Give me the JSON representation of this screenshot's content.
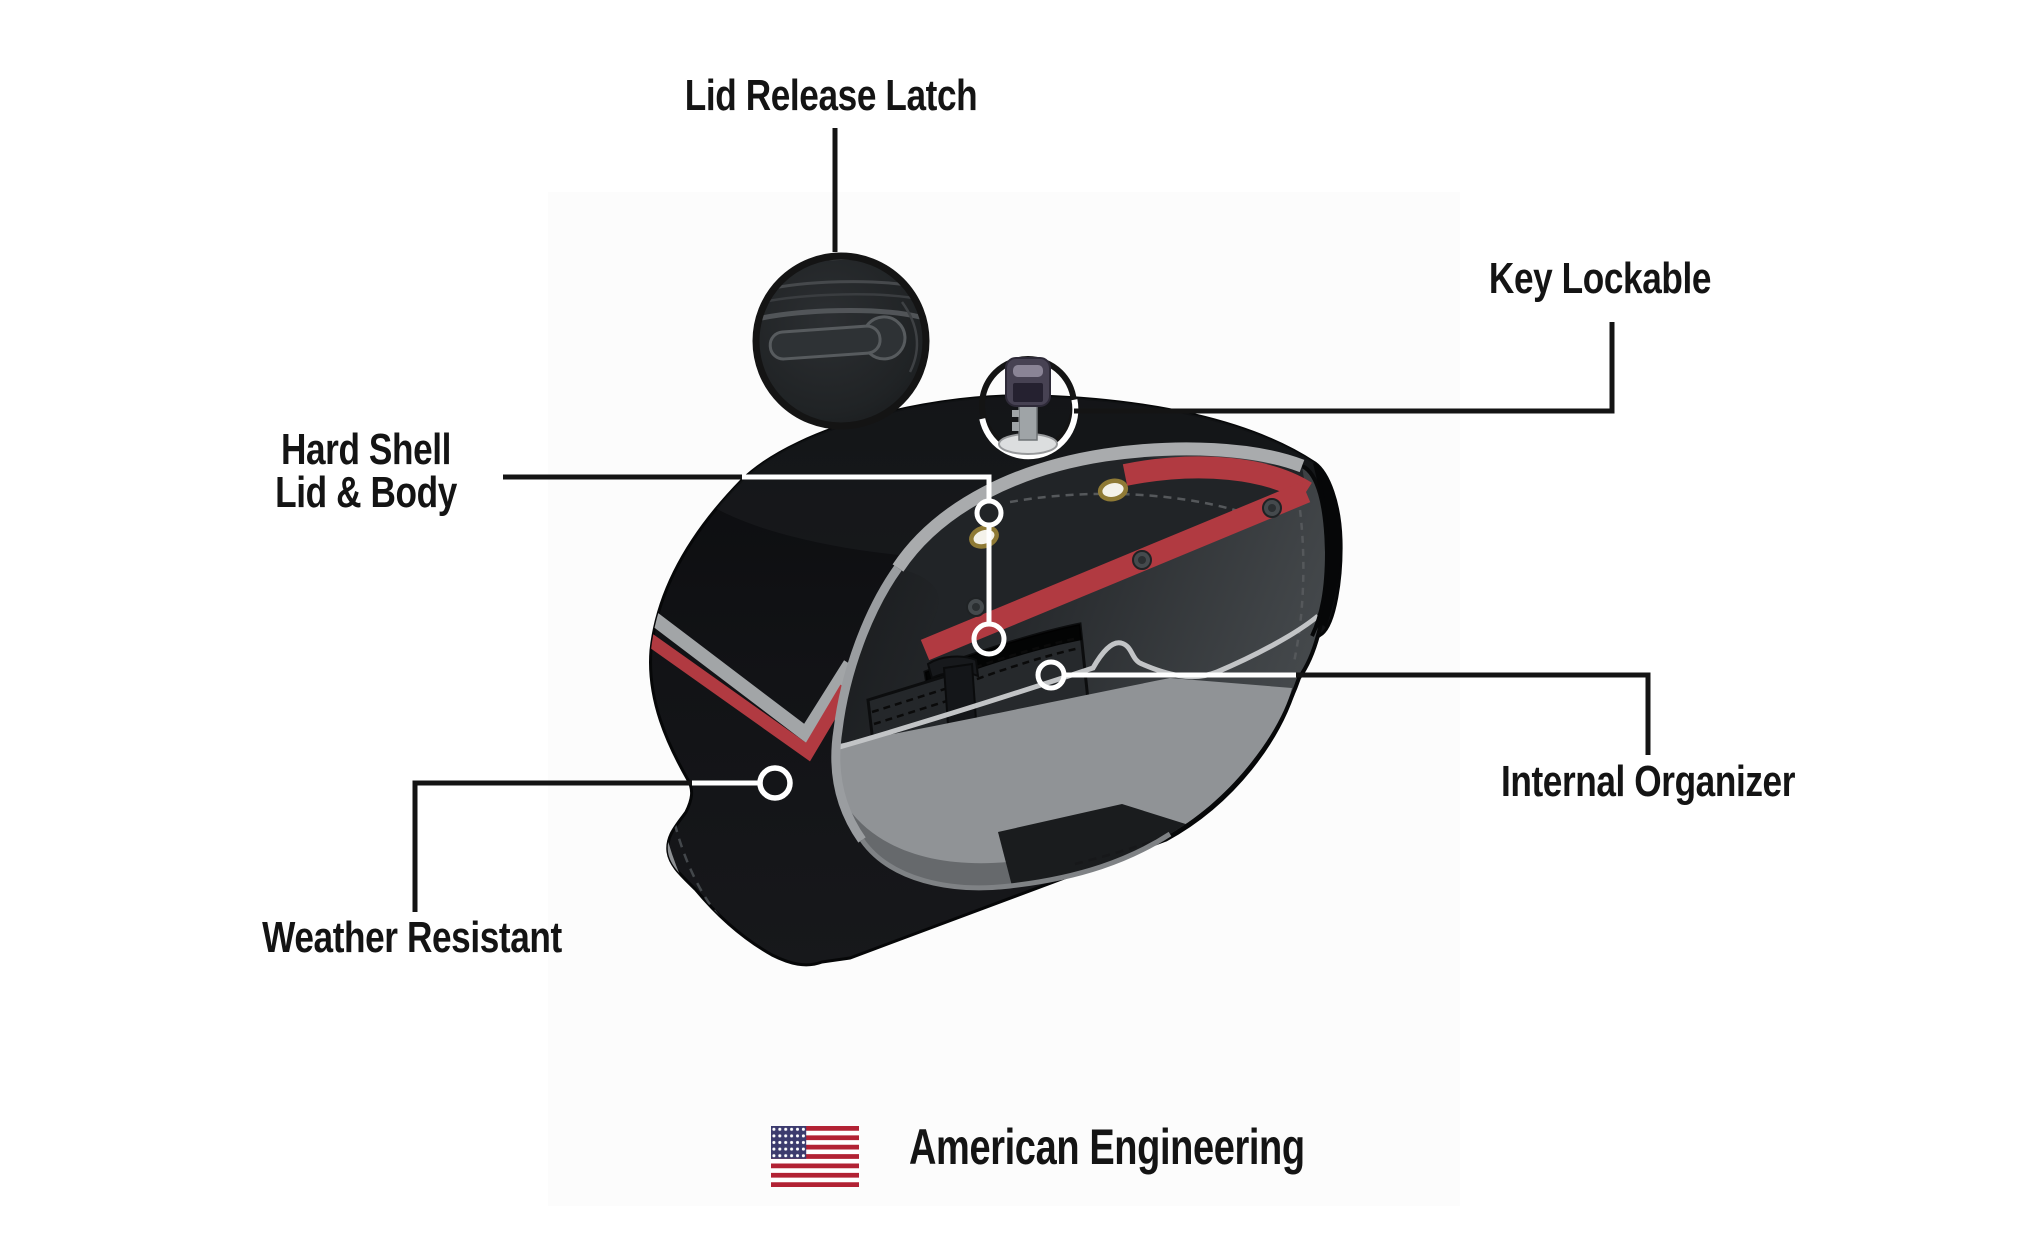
{
  "callouts": {
    "lid_release_latch": "Lid Release Latch",
    "key_lockable": "Key Lockable",
    "hard_shell_line1": "Hard Shell",
    "hard_shell_line2": "Lid & Body",
    "internal_organizer": "Internal Organizer",
    "weather_resistant": "Weather Resistant"
  },
  "footer": {
    "american_engineering": "American Engineering"
  },
  "icons": {
    "latch_inset": "lid-release-latch-magnifier-inset",
    "key": "key-icon",
    "flag": "us-flag-icon",
    "marker": "feature-marker-ring"
  },
  "colors": {
    "accent_red": "#b13a41",
    "piping_gray": "#a9abad",
    "bag_black": "#101214",
    "interior_wall_dark": "#212427",
    "interior_floor_gray": "#909396",
    "connector_black": "#141414",
    "connector_white": "#ffffff",
    "text_black": "#141414",
    "flag_red": "#b22234",
    "flag_blue": "#3c3b6e",
    "flag_white": "#ffffff"
  }
}
